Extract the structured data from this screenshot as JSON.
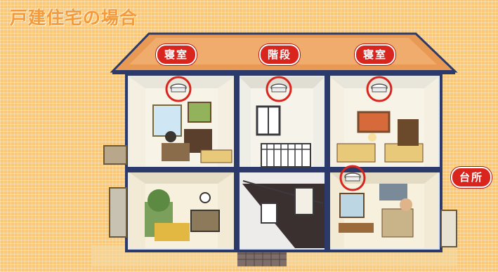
{
  "heading": "戸建住宅の場合",
  "labels": {
    "bedroom_left": "寝室",
    "stairs": "階段",
    "bedroom_right": "寝室",
    "kitchen": "台所"
  },
  "colors": {
    "background": "#f9c979",
    "heading": "#f39a3c",
    "badge": "#d8261f",
    "detector_ring": "#d8261f",
    "roof": "#e89a55",
    "frame": "#2b3a6b"
  },
  "icons": [
    "smoke-detector-icon"
  ]
}
